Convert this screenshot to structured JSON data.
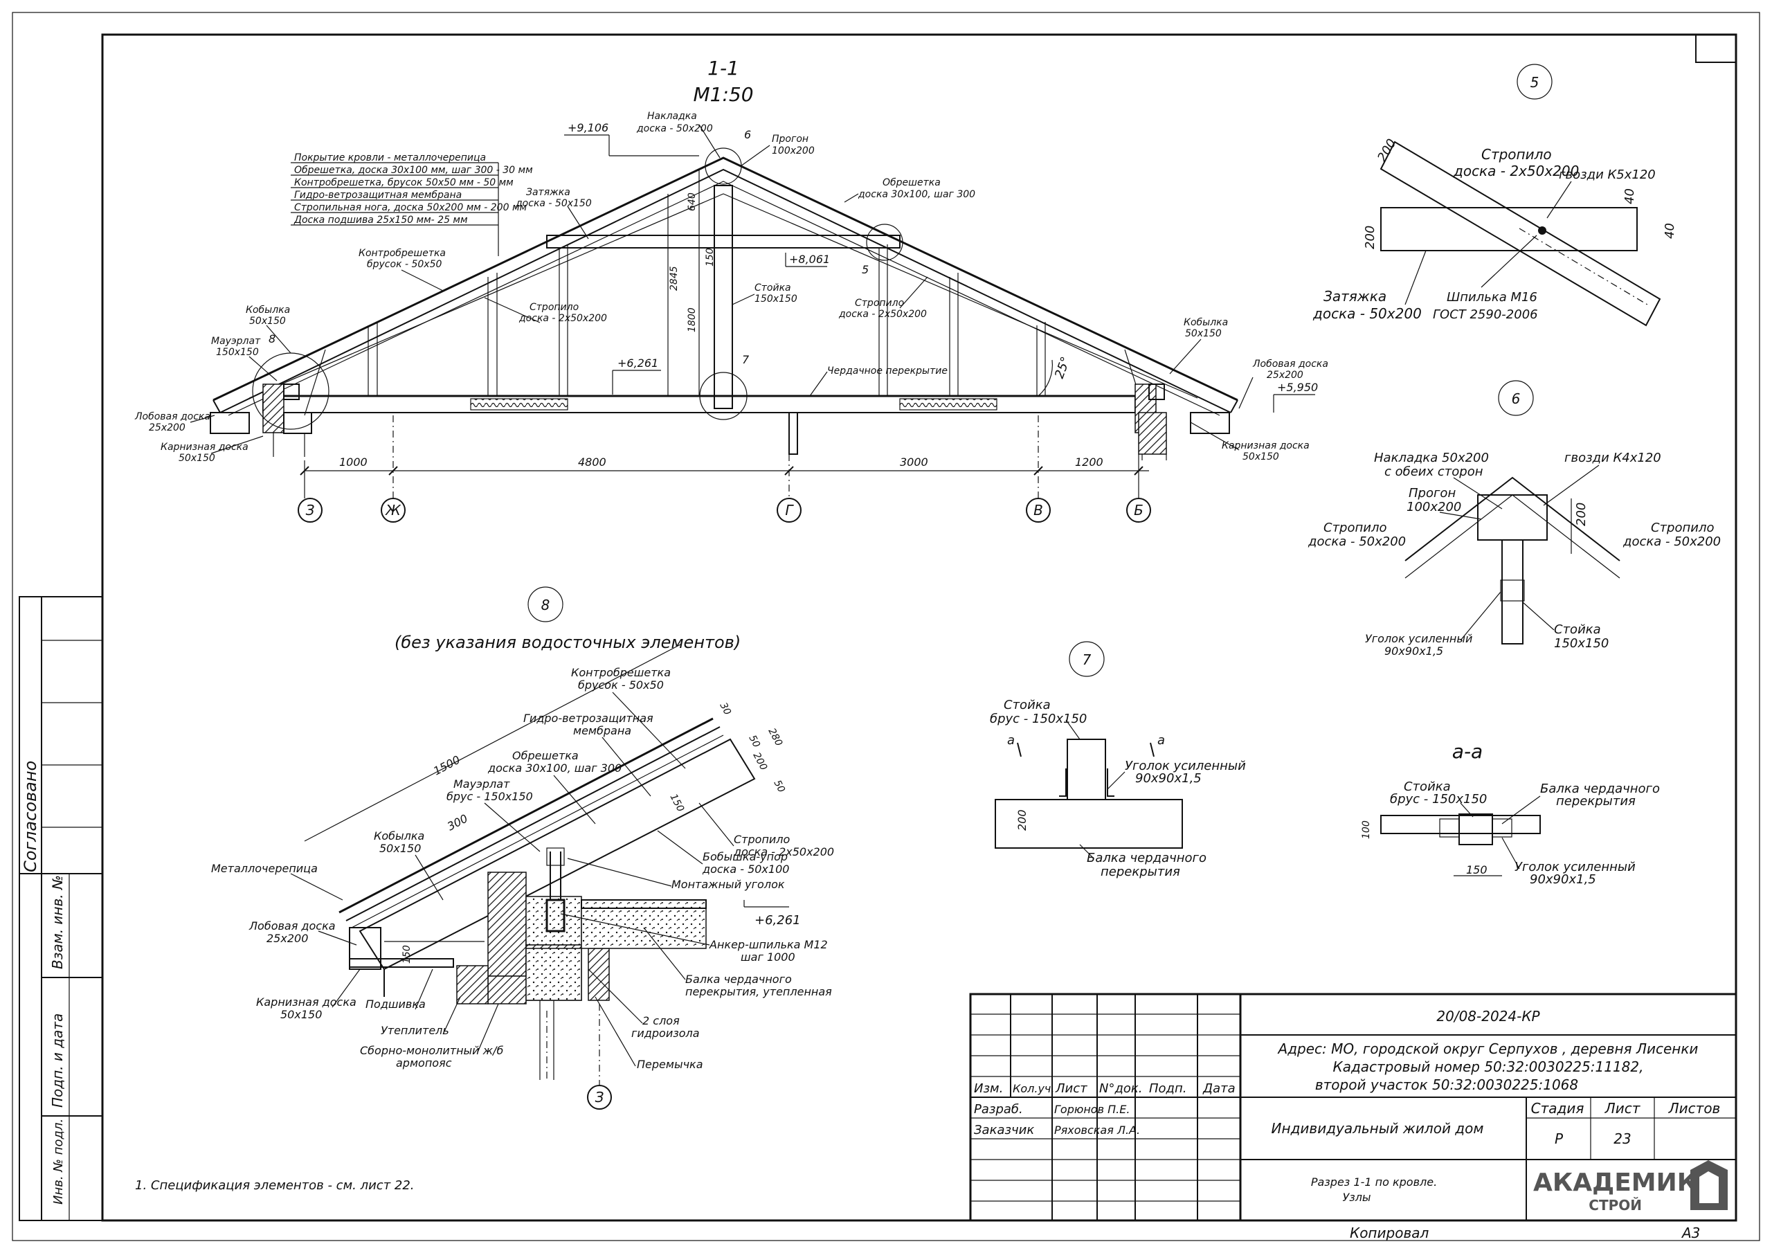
{
  "section_title": {
    "name": "1-1",
    "scale": "М1:50"
  },
  "section_levels": {
    "ridge": "+9,106",
    "tie": "+8,061",
    "ceiling": "+6,261",
    "eave": "+5,950"
  },
  "section_labels": {
    "roof_layers": [
      "Покрытие кровли - металлочерепица",
      "Обрешетка, доска 30х100 мм, шаг 300 - 30 мм",
      "Контробрешетка, брусок 50х50 мм - 50 мм",
      "Гидро-ветрозащитная мембрана",
      "Стропильная нога, доска 50х200 мм - 200 мм",
      "Доска подшива 25х150 мм- 25 мм"
    ],
    "nakladka": [
      "Накладка",
      "доска - 50х200"
    ],
    "progon": [
      "Прогон",
      "100х200"
    ],
    "obreshetka": [
      "Обрешетка",
      "доска 30х100, шаг 300"
    ],
    "zatyazhka": [
      "Затяжка",
      "доска - 50х150"
    ],
    "kontrobreshetka": [
      "Контробрешетка",
      "брусок - 50х50"
    ],
    "stropilo_left": [
      "Стропило",
      "доска - 2х50х200"
    ],
    "stropilo_right": [
      "Стропило",
      "доска - 2х50х200"
    ],
    "stoyka": [
      "Стойка",
      "150х150"
    ],
    "kobylka_left": [
      "Кобылка",
      "50х150"
    ],
    "kobylka_right": [
      "Кобылка",
      "50х150"
    ],
    "mauerlat": [
      "Мауэрлат",
      "150х150"
    ],
    "lobovaya_left": [
      "Лобовая доска",
      "25х200"
    ],
    "lobovaya_right": [
      "Лобовая доска",
      "25х200"
    ],
    "karniznaya_left": [
      "Карнизная доска",
      "50х150"
    ],
    "karniznaya_right": [
      "Карнизная доска",
      "50х150"
    ],
    "cherdachnoe": "Чердачное перекрытие",
    "angle": "25°",
    "dim_640": "640",
    "dim_150": "150",
    "dim_2845": "2845",
    "dim_1800": "1800",
    "callouts": [
      "6",
      "5",
      "7",
      "8"
    ]
  },
  "section_dims": [
    "1000",
    "4800",
    "3000",
    "1200"
  ],
  "axes": [
    "З",
    "Ж",
    "Г",
    "В",
    "Б"
  ],
  "node5": {
    "num": "5",
    "stropilo": [
      "Стропило",
      "доска - 2х50х200"
    ],
    "gvozdi": "гвозди К5х120",
    "zatyazhka": [
      "Затяжка",
      "доска - 50х200"
    ],
    "shpilka": [
      "Шпилька М16",
      "ГОСТ 2590-2006"
    ],
    "dims": [
      "200",
      "200",
      "40",
      "40"
    ]
  },
  "node6": {
    "num": "6",
    "nakladka": [
      "Накладка 50х200",
      "с обеих сторон"
    ],
    "gvozdi": "гвозди К4х120",
    "progon": [
      "Прогон",
      "100х200"
    ],
    "stropilo_left": [
      "Стропило",
      "доска - 50х200"
    ],
    "stropilo_right": [
      "Стропило",
      "доска - 50х200"
    ],
    "ugolok": [
      "Уголок усиленный",
      "90х90х1,5"
    ],
    "stoyka": [
      "Стойка",
      "150х150"
    ],
    "dim": "200"
  },
  "node7": {
    "num": "7",
    "stoyka": [
      "Стойка",
      "брус - 150х150"
    ],
    "ugolok": [
      "Уголок усиленный",
      "90х90х1,5"
    ],
    "balka": [
      "Балка чердачного",
      "перекрытия"
    ],
    "cut": "а",
    "dim": "200"
  },
  "node_aa": {
    "title": "а-а",
    "stoyka": [
      "Стойка",
      "брус - 150х150"
    ],
    "balka": [
      "Балка чердачного",
      "перекрытия"
    ],
    "ugolok": [
      "Уголок усиленный",
      "90х90х1,5"
    ],
    "dims": [
      "100",
      "150"
    ]
  },
  "node8": {
    "num": "8",
    "subtitle": "(без указания водосточных элементов)",
    "labels": {
      "kontrobreshetka": [
        "Контробрешетка",
        "брусок - 50х50"
      ],
      "membrana": [
        "Гидро-ветрозащитная",
        "мембрана"
      ],
      "obreshetka": [
        "Обрешетка",
        "доска 30х100, шаг 300"
      ],
      "mauerlat": [
        "Мауэрлат",
        "брус - 150х150"
      ],
      "kobylka": [
        "Кобылка",
        "50х150"
      ],
      "metall": "Металлочерепица",
      "lobovaya": [
        "Лобовая доска",
        "25х200"
      ],
      "karniznaya": [
        "Карнизная доска",
        "50х150"
      ],
      "podshivka": "Подшивка",
      "uteplitel": "Утеплитель",
      "armopoyas": [
        "Сборно-монолитный ж/б",
        "армопояс"
      ],
      "stropilo": [
        "Стропило",
        "доска - 2х50х200"
      ],
      "bobyshka": [
        "Бобышка-упор",
        "доска - 50х100"
      ],
      "montazh": "Монтажный уголок",
      "anker": [
        "Анкер-шпилька М12",
        "шаг 1000"
      ],
      "balka": [
        "Балка чердачного",
        "перекрытия, утепленная"
      ],
      "gidroizol": [
        "2 слоя",
        "гидроизола"
      ],
      "peremychka": "Перемычка",
      "level": "+6,261",
      "axis": "З"
    },
    "dims": [
      "1500",
      "300",
      "30",
      "50",
      "200",
      "280",
      "50",
      "150",
      "150"
    ]
  },
  "side_stamp": [
    "Согласовано",
    "Взам. инв. №",
    "Подп. и дата",
    "Инв. № подл."
  ],
  "note": "1. Спецификация элементов - см. лист 22.",
  "title_block": {
    "code": "20/08-2024-КР",
    "address": [
      "Адрес: МО, городской округ Серпухов , деревня Лисенки",
      "Кадастровый номер 50:32:0030225:11182,",
      "второй участок 50:32:0030225:1068"
    ],
    "headers": [
      "Изм.",
      "Кол.уч.",
      "Лист",
      "N°док.",
      "Подп.",
      "Дата"
    ],
    "roles": [
      {
        "role": "Разраб.",
        "name": "Горюнов П.Е."
      },
      {
        "role": "Заказчик",
        "name": "Ряховская Л.А."
      }
    ],
    "object": "Индивидуальный жилой дом",
    "stage_headers": [
      "Стадия",
      "Лист",
      "Листов"
    ],
    "stage": "Р",
    "sheet": "23",
    "drawing": [
      "Разрез 1-1 по кровле.",
      "Узлы"
    ],
    "logo_main": "АКАДЕМИК",
    "logo_sub": "СТРОЙ",
    "kopiroval": "Копировал",
    "format": "А3"
  }
}
